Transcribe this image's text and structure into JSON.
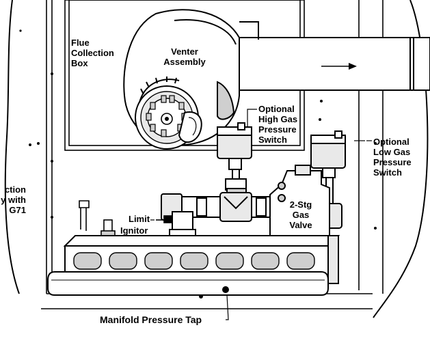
{
  "labels": {
    "flue_collection_box": [
      "Flue",
      "Collection",
      "Box"
    ],
    "venter_assembly": [
      "Venter",
      "Assembly"
    ],
    "high_gas_switch": [
      "Optional",
      "High Gas",
      "Pressure",
      "Switch"
    ],
    "low_gas_switch": [
      "Optional",
      "Low Gas",
      "Pressure",
      "Switch"
    ],
    "left_partial": [
      "ction",
      "y with",
      "G71"
    ],
    "limit": "Limit",
    "ignitor": "Ignitor",
    "gas_valve": [
      "2-Stg",
      "Gas",
      "Valve"
    ],
    "manifold_pressure_tap": "Manifold Pressure Tap"
  },
  "colors": {
    "ink": "#000000",
    "shade": "#cfcfcf",
    "light": "#e9e9e9",
    "paper": "#ffffff"
  }
}
